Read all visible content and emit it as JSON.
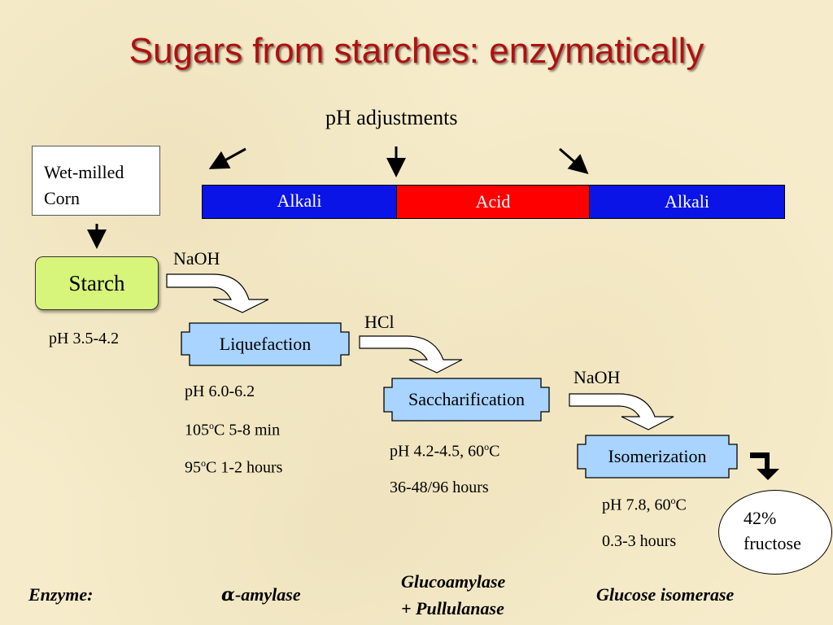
{
  "title": "Sugars from starches: enzymatically",
  "ph_adjustments": "pH adjustments",
  "bar": {
    "segment1": "Alkali",
    "segment2": "Acid",
    "segment3": "Alkali"
  },
  "feed": {
    "line1": "Wet-milled",
    "line2": "Corn"
  },
  "starch": {
    "label": "Starch",
    "ph": "pH 3.5-4.2"
  },
  "liquefaction": {
    "label": "Liquefaction",
    "reagent": "NaOH",
    "ph": "pH 6.0-6.2",
    "cond1_temp": "105",
    "cond1_deg": "o",
    "cond1_rest": "C 5-8 min",
    "cond2_temp": "95",
    "cond2_deg": "o",
    "cond2_rest": "C 1-2 hours"
  },
  "saccharification": {
    "label": "Saccharification",
    "reagent": "HCl",
    "cond1_pre": "pH 4.2-4.5, 60",
    "cond1_deg": "o",
    "cond1_post": "C",
    "cond2": "36-48/96 hours"
  },
  "isomerization": {
    "label": "Isomerization",
    "reagent": "NaOH",
    "cond1_pre": "pH 7.8, 60",
    "cond1_deg": "o",
    "cond1_post": "C",
    "cond2": "0.3-3 hours"
  },
  "product": {
    "line1": "42%",
    "line2": "fructose"
  },
  "enzymes": {
    "label": "Enzyme:",
    "liquefaction_greek": "α",
    "liquefaction_rest": "-amylase",
    "saccharification_line1": "Glucoamylase",
    "saccharification_line2": "+ Pullulanase",
    "isomerization": "Glucose isomerase"
  },
  "colors": {
    "title": "#b01010",
    "alkali": "#0a14e6",
    "acid": "#ff0000",
    "starch": "#d7f57a",
    "process": "#a8d4ff"
  }
}
